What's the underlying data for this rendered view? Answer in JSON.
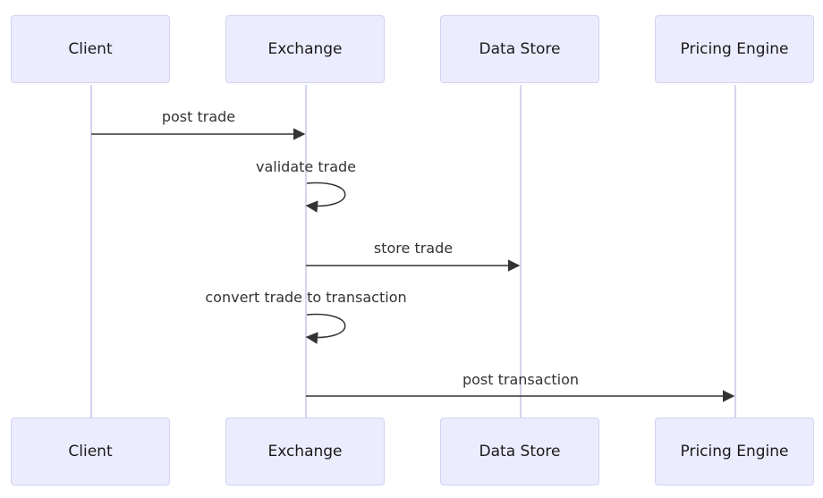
{
  "actors": [
    {
      "id": "client",
      "label": "Client"
    },
    {
      "id": "exchange",
      "label": "Exchange"
    },
    {
      "id": "datastore",
      "label": "Data Store"
    },
    {
      "id": "pricing",
      "label": "Pricing Engine"
    }
  ],
  "messages": [
    {
      "from": "client",
      "to": "exchange",
      "label": "post trade"
    },
    {
      "from": "exchange",
      "to": "exchange",
      "label": "validate trade"
    },
    {
      "from": "exchange",
      "to": "datastore",
      "label": "store trade"
    },
    {
      "from": "exchange",
      "to": "exchange",
      "label": "convert trade to transaction"
    },
    {
      "from": "exchange",
      "to": "pricing",
      "label": "post transaction"
    }
  ],
  "colors": {
    "actor_fill": "#ececff",
    "actor_border": "#d2d2f2",
    "lifeline": "#d4d4ee",
    "arrow": "#333333"
  }
}
